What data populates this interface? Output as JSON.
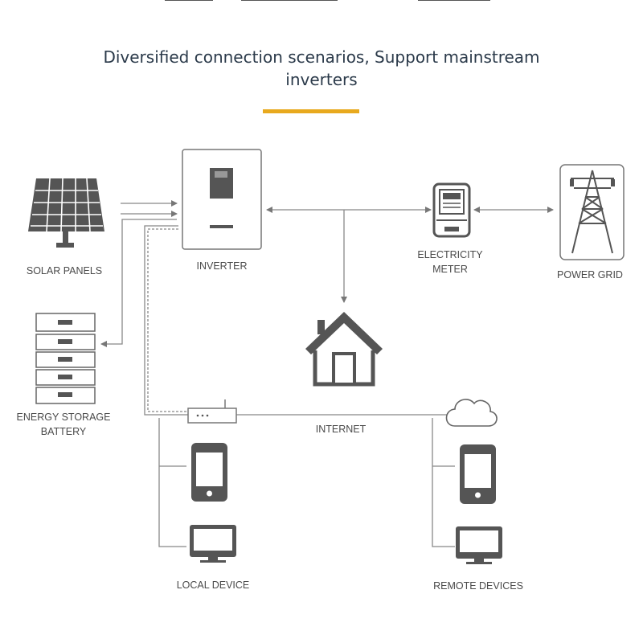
{
  "header": {
    "title_line1": "Diversified connection scenarios, Support mainstream",
    "title_line2": "inverters"
  },
  "colors": {
    "accent": "#e8a91e",
    "text": "#2b3a4a",
    "icon": "#555555",
    "line": "#888888"
  },
  "labels": {
    "solar_panels": "SOLAR PANELS",
    "inverter": "INVERTER",
    "meter_line1": "ELECTRICITY",
    "meter_line2": "METER",
    "power_grid": "POWER GRID",
    "battery_line1": "ENERGY STORAGE",
    "battery_line2": "BATTERY",
    "internet": "INTERNET",
    "local_device": "LOCAL DEVICE",
    "remote_devices": "REMOTE DEVICES"
  },
  "icons": [
    "solar-panel-icon",
    "inverter-icon",
    "meter-icon",
    "power-tower-icon",
    "house-icon",
    "battery-icon",
    "router-icon",
    "cloud-icon",
    "phone-icon",
    "monitor-icon"
  ]
}
